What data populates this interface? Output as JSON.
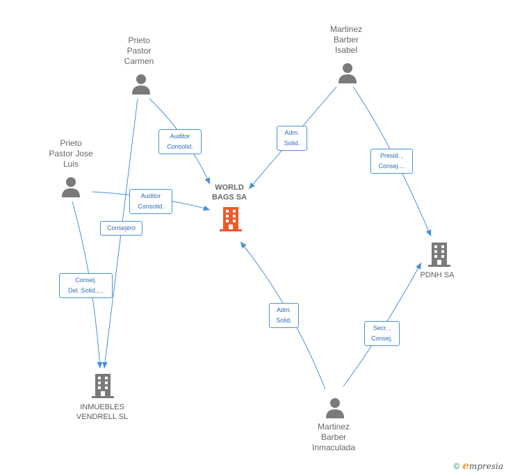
{
  "nodes": {
    "prieto_carmen": {
      "lines": [
        "Prieto",
        "Pastor",
        "Carmen"
      ]
    },
    "martinez_isabel": {
      "lines": [
        "Martinez",
        "Barber",
        "Isabel"
      ]
    },
    "prieto_jose": {
      "lines": [
        "Prieto",
        "Pastor Jose",
        "Luis"
      ]
    },
    "world_bags": {
      "lines": [
        "WORLD",
        "BAGS SA"
      ]
    },
    "pdnh": {
      "lines": [
        "PDNH SA"
      ]
    },
    "inmuebles": {
      "lines": [
        "INMUEBLES",
        "VENDRELL SL"
      ]
    },
    "martinez_inmaculada": {
      "lines": [
        "Martinez",
        "Barber",
        "Inmaculada"
      ]
    }
  },
  "edges": {
    "auditor1": [
      "Auditor",
      "Consolid."
    ],
    "adm1": [
      "Adm.",
      "Solid."
    ],
    "presid": [
      "Presid. ,",
      "Consej...."
    ],
    "auditor2": [
      "Auditor",
      "Consolid."
    ],
    "consejero": [
      "Consejero"
    ],
    "consej_del": [
      "Consej.",
      "Del. Solid.,..."
    ],
    "adm2": [
      "Adm.",
      "Solid."
    ],
    "secr": [
      "Secr. ,",
      "Consej."
    ]
  },
  "colors": {
    "edge": "#4a90d9",
    "person": "#7a7a7a",
    "company": "#7a7a7a",
    "focus_company": "#f05a28"
  },
  "footer": {
    "copyright": "©",
    "brand_initial": "e",
    "brand_rest": "mpresia"
  }
}
